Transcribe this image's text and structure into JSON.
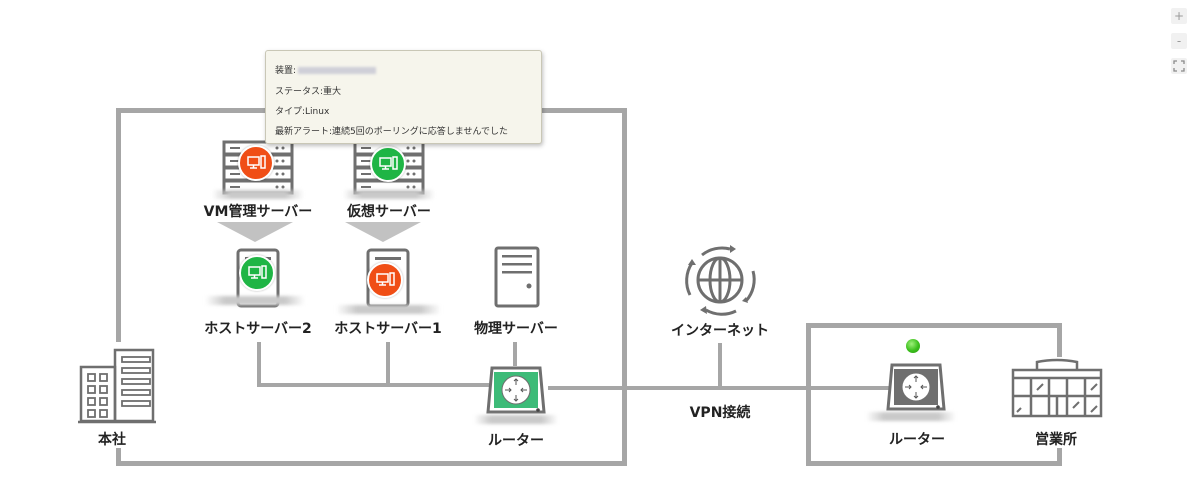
{
  "tooltip": {
    "device_label": "装置:",
    "device_value": "(blurred)",
    "status": "ステータス:重大",
    "type": "タイプ:Linux",
    "alert": "最新アラート:連続5回のポーリングに応答しませんでした"
  },
  "zoom_controls": {
    "zoom_in": "+",
    "zoom_out": "-",
    "fit": "⛶"
  },
  "nodes": {
    "vm_manager": {
      "label": "VM管理サーバー",
      "status": "critical"
    },
    "virtual_server": {
      "label": "仮想サーバー",
      "status": "ok"
    },
    "host_server_2": {
      "label": "ホストサーバー2",
      "status": "ok"
    },
    "host_server_1": {
      "label": "ホストサーバー1",
      "status": "critical"
    },
    "physical_server": {
      "label": "物理サーバー"
    },
    "router_hq": {
      "label": "ルーター",
      "status": "ok"
    },
    "internet": {
      "label": "インターネット"
    },
    "router_branch": {
      "label": "ルーター",
      "status": "ok"
    },
    "headquarters": {
      "label": "本社"
    },
    "branch_office": {
      "label": "営業所"
    }
  },
  "connection_label": "VPN接続",
  "colors": {
    "critical": "#f04e16",
    "ok": "#1fb545",
    "router_hq_fill": "#3dbb78",
    "router_branch_fill": "#6f6f6f",
    "wire": "#a6a6a6"
  }
}
